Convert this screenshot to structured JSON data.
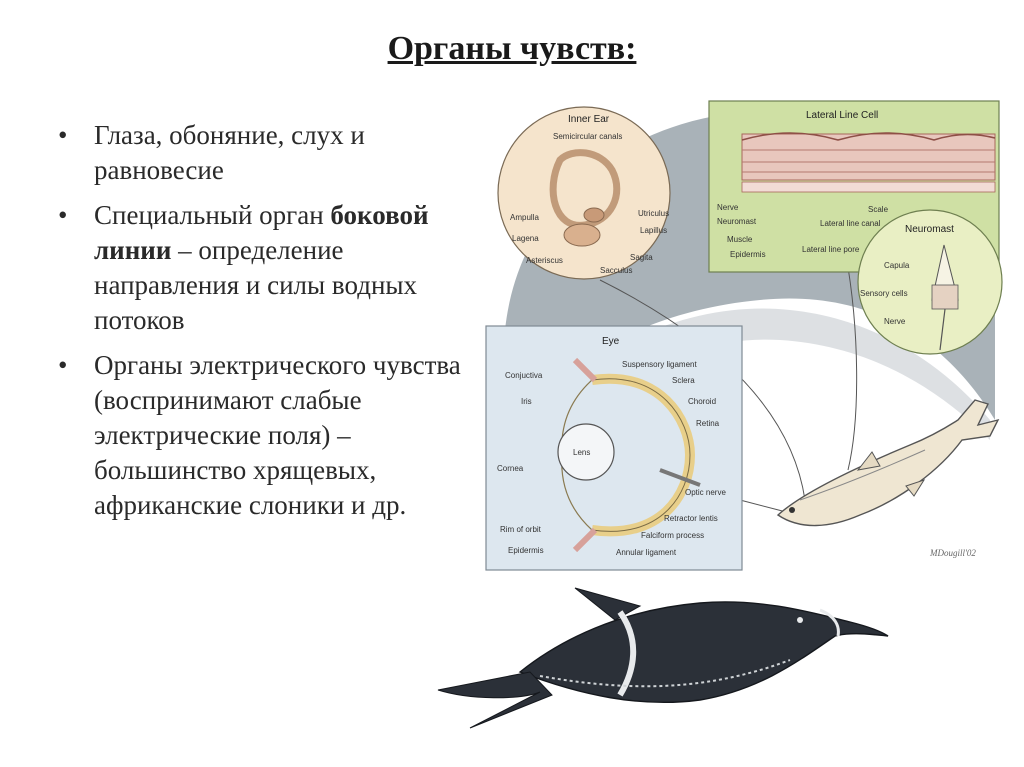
{
  "slide": {
    "title": "Органы чувств:",
    "bullets": [
      {
        "text": "Глаза, обоняние, слух и равновесие"
      },
      {
        "pre": "Специальный орган ",
        "bold": "боковой линии",
        "post": " – определение направления и силы водных потоков"
      },
      {
        "text": "Органы электрического чувства (воспринимают слабые электрические поля) – большинство хрящевых, африканские слоники и др."
      }
    ],
    "bullet_glyph": "•"
  },
  "figure": {
    "inner_ear": {
      "title": "Inner Ear",
      "labels": [
        "Semicircular canals",
        "Ampulla",
        "Lagena",
        "Asteriscus",
        "Utriculus",
        "Lapillus",
        "Sagita",
        "Sacculus"
      ]
    },
    "lateral_line": {
      "title": "Lateral Line Cell",
      "labels": [
        "Nerve",
        "Neuromast",
        "Muscle",
        "Epidermis",
        "Lateral line canal",
        "Lateral line pore",
        "Scale"
      ]
    },
    "neuromast": {
      "title": "Neuromast",
      "labels": [
        "Capula",
        "Sensory cells",
        "Nerve"
      ]
    },
    "eye": {
      "title": "Eye",
      "labels": [
        "Conjuctiva",
        "Iris",
        "Cornea",
        "Rim of orbit",
        "Epidermis",
        "Lens",
        "Suspensory ligament",
        "Sclera",
        "Choroid",
        "Retina",
        "Optic nerve",
        "Retractor lentis",
        "Falciform process",
        "Annular ligament"
      ]
    },
    "signature": "MDougill'02",
    "colors": {
      "ear_bg": "#f5e4cc",
      "lateral_bg": "#cfe0a4",
      "neuromast_bg": "#e9efc4",
      "eye_bg": "#dde7ef",
      "backdrop": "#9aa4ac",
      "fish_body": "#efe6d2",
      "elephantfish": "#2b3038"
    }
  }
}
